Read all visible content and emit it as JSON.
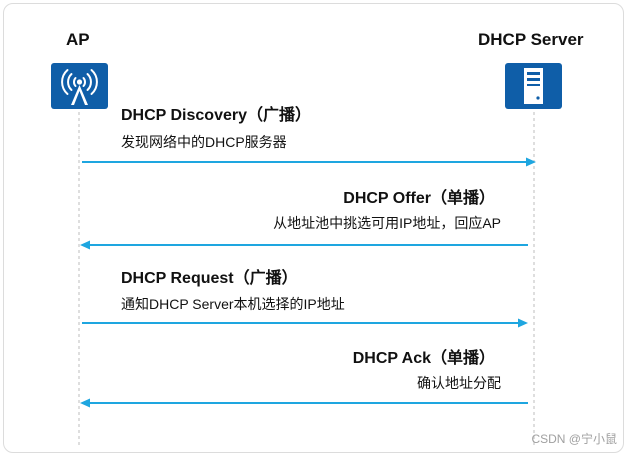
{
  "participants": {
    "ap": {
      "label": "AP",
      "icon": "wireless-ap-icon"
    },
    "server": {
      "label": "DHCP Server",
      "icon": "server-icon"
    }
  },
  "messages": [
    {
      "title": "DHCP Discovery（广播）",
      "desc": "发现网络中的DHCP服务器",
      "direction": "ap-to-server"
    },
    {
      "title": "DHCP Offer（单播）",
      "desc": "从地址池中挑选可用IP地址，回应AP",
      "direction": "server-to-ap"
    },
    {
      "title": "DHCP Request（广播）",
      "desc": "通知DHCP Server本机选择的IP地址",
      "direction": "ap-to-server"
    },
    {
      "title": "DHCP Ack（单播）",
      "desc": "确认地址分配",
      "direction": "server-to-ap"
    }
  ],
  "watermark": "CSDN @宁小鼠",
  "colors": {
    "arrow": "#1ea6e0",
    "lifeline": "#c8c8c8",
    "icon_bg": "#0f5ea8",
    "text": "#111111"
  }
}
